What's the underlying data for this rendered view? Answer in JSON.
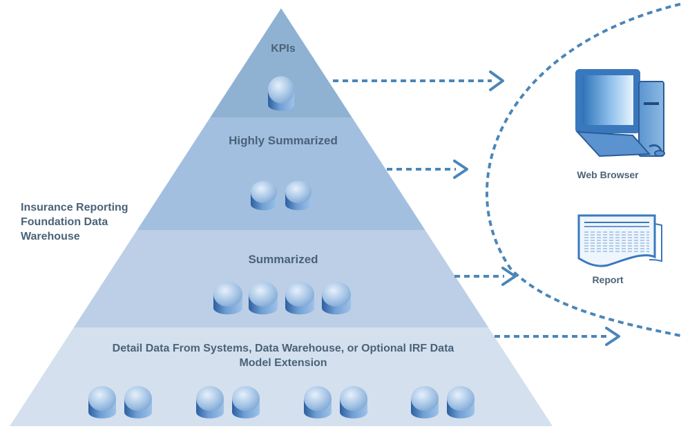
{
  "diagram": {
    "colors": {
      "tier_top": "#8fb2d3",
      "tier_high": "#a2bfdf",
      "tier_sum": "#bccfe6",
      "tier_detail": "#d4e0ee",
      "arrow": "#4a86b8",
      "text": "#4a6278",
      "disk": "#8db3dc"
    },
    "tiers": [
      {
        "label": "KPIs",
        "disk_count": 1
      },
      {
        "label": "Highly Summarized",
        "disk_count": 2
      },
      {
        "label": "Summarized",
        "disk_count": 4
      },
      {
        "label": "Detail Data From Systems, Data Warehouse, or Optional IRF Data Model Extension",
        "disk_count": 8
      }
    ],
    "labels": {
      "kpi": "KPIs",
      "high": "Highly Summarized",
      "summarized": "Summarized",
      "detail": "Detail Data From Systems, Data Warehouse, or Optional IRF Data Model Extension",
      "irf": "Insurance Reporting Foundation Data Warehouse",
      "web_browser": "Web Browser",
      "report": "Report"
    },
    "icons": [
      "computer-icon",
      "report-icon",
      "database-icon",
      "arrow-icon"
    ]
  }
}
